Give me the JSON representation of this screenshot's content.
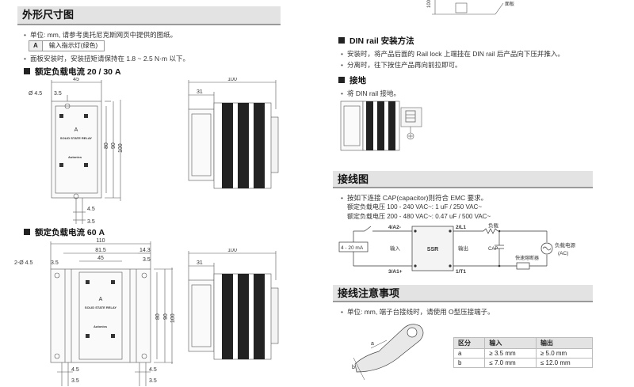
{
  "left": {
    "section_title": "外形尺寸图",
    "note_unit": "单位: mm, 请参考奥托尼克斯网页中提供的图纸。",
    "legend_key": "A",
    "legend_value": "输入指示灯(绿色)",
    "note_torque": "面板安装时，安装扭矩请保持在 1.8 ~ 2.5 N·m 以下。",
    "sub1": "额定负载电流 20 / 30 A",
    "sub2": "额定负载电流 60 A",
    "d1": {
      "w45": "45",
      "hole": "Ø 4.5",
      "d35": "3.5",
      "h80": "80",
      "h90": "90",
      "h100": "100",
      "b45": "4.5",
      "b35": "3.5",
      "side100": "100",
      "side31": "31"
    },
    "d2": {
      "w110": "110",
      "w815": "81.5",
      "w45": "45",
      "w143": "14.3",
      "hole": "2-Ø 4.5",
      "l35": "3.5",
      "r35": "3.5",
      "h80": "80",
      "h90": "90",
      "h100": "100",
      "b45a": "4.5",
      "b35a": "3.5",
      "b45b": "4.5",
      "b35b": "3.5",
      "side100": "100",
      "side31": "31"
    },
    "ssr_letter": "A",
    "ssr_label": "SOLID STATE RELAY",
    "brand": "Autonics"
  },
  "right": {
    "top_label": "面板",
    "din_title": "DIN rail 安装方法",
    "din_note1": "安装时，将产品后面的 Rail lock 上端挂在 DIN rail 后产品向下压并推入。",
    "din_note2": "分离时，往下按住产品再向前拉即可。",
    "ground_title": "接地",
    "ground_note": "将 DIN rail 接地。",
    "wiring_title": "接线图",
    "wiring_note": "按如下连接 CAP(capacitor)则符合 EMC 要求。",
    "wiring_line1": "额定负载电压 100 - 240 VAC~: 1 uF / 250 VAC~",
    "wiring_line2": "额定负载电压 200 - 480 VAC~: 0.47 uF / 500 VAC~",
    "diagram": {
      "t4": "4/A2-",
      "t2": "2/L1",
      "t3": "3/A1+",
      "t1": "1/T1",
      "ssr": "SSR",
      "input_range": "4 - 20 mA",
      "input_label": "输入",
      "output_label": "输出",
      "load": "负载",
      "cap": "CAP",
      "fuse": "快速熔断器",
      "power1": "负载电源",
      "power2": "(AC)"
    },
    "caution_title": "接线注意事项",
    "caution_note": "单位: mm, 端子台接线时，请使用 O型压接端子。",
    "lug_a": "a",
    "lug_b": "b",
    "table": {
      "headers": [
        "区分",
        "输入",
        "输出"
      ],
      "rows": [
        [
          "a",
          "≥ 3.5 mm",
          "≥ 5.0 mm"
        ],
        [
          "b",
          "≤ 7.0 mm",
          "≤ 12.0 mm"
        ]
      ]
    }
  },
  "colors": {
    "header_bg": "#e3e3e3",
    "rule": "#9a9a9a",
    "relay_dark": "#222222"
  }
}
